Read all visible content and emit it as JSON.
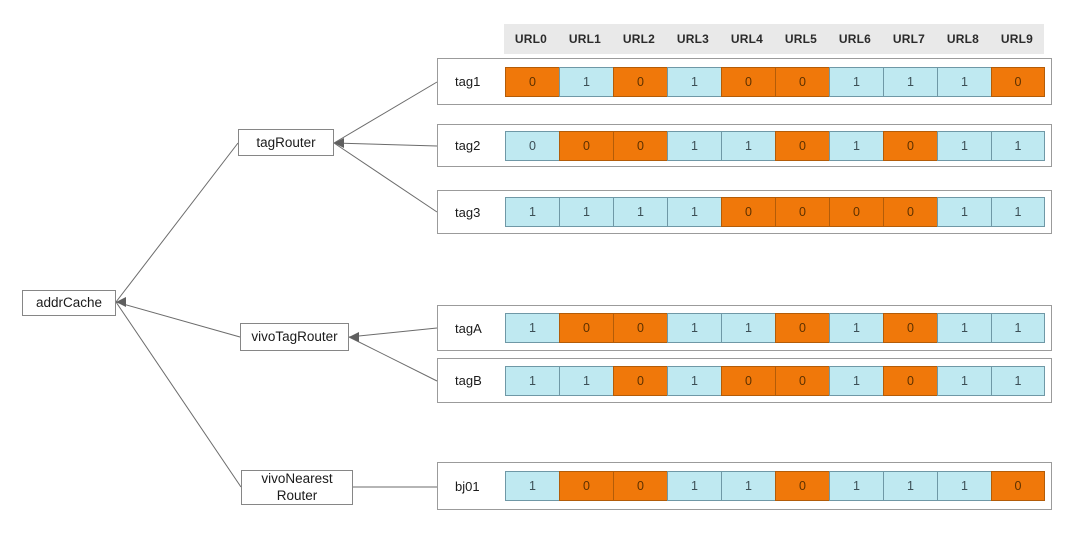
{
  "diagram": {
    "title": "addrCache router tag bitmap diagram",
    "colors": {
      "on": "#f0780a",
      "off": "#bfe9f1",
      "header_band": "#e9e9e9",
      "box_border": "#868686",
      "line": "#6b6b6b"
    },
    "root": {
      "label": "addrCache"
    },
    "routers": [
      {
        "id": "tagRouter",
        "label": "tagRouter"
      },
      {
        "id": "vivoTagRouter",
        "label": "vivoTagRouter"
      },
      {
        "id": "vivoNearestRouter",
        "label_line1": "vivoNearest",
        "label_line2": "Router"
      }
    ],
    "url_columns": [
      "URL0",
      "URL1",
      "URL2",
      "URL3",
      "URL4",
      "URL5",
      "URL6",
      "URL7",
      "URL8",
      "URL9"
    ],
    "rows": [
      {
        "label": "tag1",
        "router": "tagRouter",
        "values": [
          0,
          1,
          0,
          1,
          0,
          0,
          1,
          1,
          1,
          0
        ],
        "states": [
          "on",
          "off",
          "on",
          "off",
          "on",
          "on",
          "off",
          "off",
          "off",
          "on"
        ]
      },
      {
        "label": "tag2",
        "router": "tagRouter",
        "values": [
          0,
          0,
          0,
          1,
          1,
          0,
          1,
          0,
          1,
          1
        ],
        "states": [
          "off",
          "on",
          "on",
          "off",
          "off",
          "on",
          "off",
          "on",
          "off",
          "off"
        ]
      },
      {
        "label": "tag3",
        "router": "tagRouter",
        "values": [
          1,
          1,
          1,
          1,
          0,
          0,
          0,
          0,
          1,
          1
        ],
        "states": [
          "off",
          "off",
          "off",
          "off",
          "on",
          "on",
          "on",
          "on",
          "off",
          "off"
        ]
      },
      {
        "label": "tagA",
        "router": "vivoTagRouter",
        "values": [
          1,
          0,
          0,
          1,
          1,
          0,
          1,
          0,
          1,
          1
        ],
        "states": [
          "off",
          "on",
          "on",
          "off",
          "off",
          "on",
          "off",
          "on",
          "off",
          "off"
        ]
      },
      {
        "label": "tagB",
        "router": "vivoTagRouter",
        "values": [
          1,
          1,
          0,
          1,
          0,
          0,
          1,
          0,
          1,
          1
        ],
        "states": [
          "off",
          "off",
          "on",
          "off",
          "on",
          "on",
          "off",
          "on",
          "off",
          "off"
        ]
      },
      {
        "label": "bj01",
        "router": "vivoNearestRouter",
        "values": [
          1,
          0,
          0,
          1,
          1,
          0,
          1,
          1,
          1,
          0
        ],
        "states": [
          "off",
          "on",
          "on",
          "off",
          "off",
          "on",
          "off",
          "off",
          "off",
          "on"
        ]
      }
    ]
  }
}
